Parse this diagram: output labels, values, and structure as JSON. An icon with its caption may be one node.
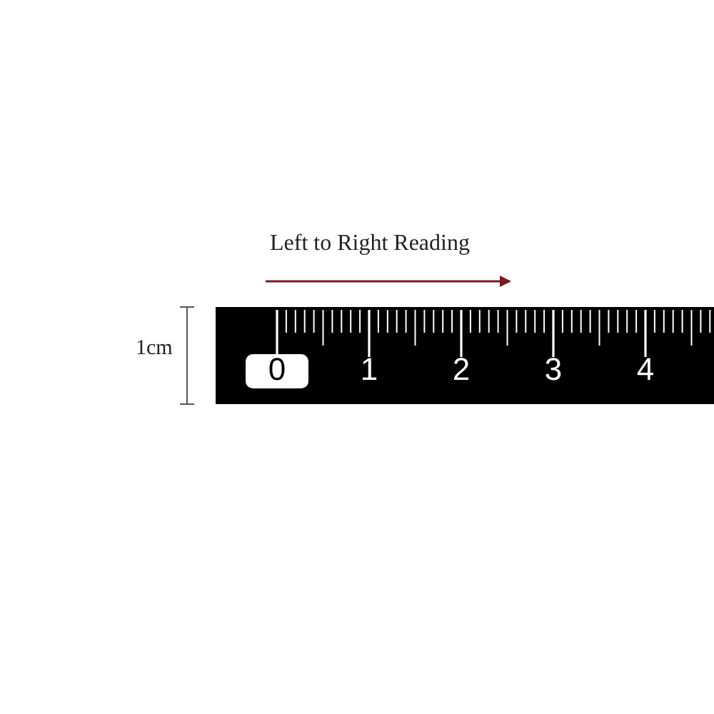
{
  "diagram": {
    "labels": [
      "Left to Right Reading",
      "1cm",
      "0",
      "1",
      "2",
      "3",
      "4"
    ]
  }
}
